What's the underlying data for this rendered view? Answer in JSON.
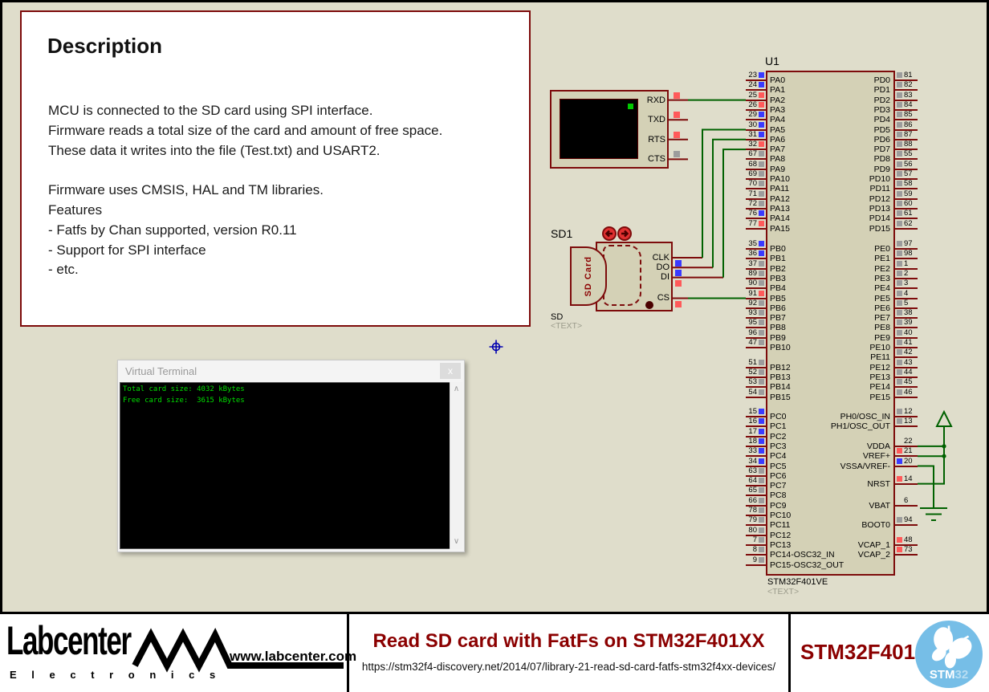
{
  "description": {
    "title": "Description",
    "lines": [
      "MCU is connected to the SD card using SPI interface.",
      "Firmware reads a total size of the card and amount of free space.",
      "These data it writes into the file (Test.txt) and USART2.",
      "",
      "Firmware uses CMSIS, HAL and TM libraries.",
      "Features",
      " - Fatfs by Chan supported, version R0.11",
      " - Support for SPI interface",
      " - etc."
    ]
  },
  "uart_terminal": {
    "pins": [
      {
        "l": "RXD",
        "c": "red"
      },
      {
        "l": "TXD",
        "c": "red"
      },
      {
        "l": "RTS",
        "c": "red"
      },
      {
        "l": "CTS",
        "c": "gray"
      }
    ]
  },
  "sd_card": {
    "ref": "SD1",
    "card_text": "SD Card",
    "label": "SD",
    "sub_label": "<TEXT>",
    "pins": [
      {
        "l": "CLK",
        "c": "blue"
      },
      {
        "l": "DO",
        "c": "blue"
      },
      {
        "l": "DI",
        "c": "red"
      },
      {
        "l": "CS",
        "c": "red"
      }
    ]
  },
  "mcu": {
    "ref": "U1",
    "part": "STM32F401VE",
    "sub_label": "<TEXT>",
    "port_a": [
      {
        "n": "23",
        "l": "PA0",
        "c": "blue"
      },
      {
        "n": "24",
        "l": "PA1",
        "c": "blue"
      },
      {
        "n": "25",
        "l": "PA2",
        "c": "red"
      },
      {
        "n": "26",
        "l": "PA3",
        "c": "red"
      },
      {
        "n": "29",
        "l": "PA4",
        "c": "blue"
      },
      {
        "n": "30",
        "l": "PA5",
        "c": "blue"
      },
      {
        "n": "31",
        "l": "PA6",
        "c": "blue"
      },
      {
        "n": "32",
        "l": "PA7",
        "c": "red"
      },
      {
        "n": "67",
        "l": "PA8",
        "c": "gray"
      },
      {
        "n": "68",
        "l": "PA9",
        "c": "gray"
      },
      {
        "n": "69",
        "l": "PA10",
        "c": "gray"
      },
      {
        "n": "70",
        "l": "PA11",
        "c": "gray"
      },
      {
        "n": "71",
        "l": "PA12",
        "c": "gray"
      },
      {
        "n": "72",
        "l": "PA13",
        "c": "gray"
      },
      {
        "n": "76",
        "l": "PA14",
        "c": "blue"
      },
      {
        "n": "77",
        "l": "PA15",
        "c": "red"
      }
    ],
    "port_b": [
      {
        "n": "35",
        "l": "PB0",
        "c": "blue"
      },
      {
        "n": "36",
        "l": "PB1",
        "c": "blue"
      },
      {
        "n": "37",
        "l": "PB2",
        "c": "gray"
      },
      {
        "n": "89",
        "l": "PB3",
        "c": "gray"
      },
      {
        "n": "90",
        "l": "PB4",
        "c": "gray"
      },
      {
        "n": "91",
        "l": "PB5",
        "c": "red"
      },
      {
        "n": "92",
        "l": "PB6",
        "c": "gray"
      },
      {
        "n": "93",
        "l": "PB7",
        "c": "gray"
      },
      {
        "n": "95",
        "l": "PB8",
        "c": "gray"
      },
      {
        "n": "96",
        "l": "PB9",
        "c": "gray"
      },
      {
        "n": "47",
        "l": "PB10",
        "c": "gray"
      },
      null,
      {
        "n": "51",
        "l": "PB12",
        "c": "gray"
      },
      {
        "n": "52",
        "l": "PB13",
        "c": "gray"
      },
      {
        "n": "53",
        "l": "PB14",
        "c": "gray"
      },
      {
        "n": "54",
        "l": "PB15",
        "c": "gray"
      }
    ],
    "port_c": [
      {
        "n": "15",
        "l": "PC0",
        "c": "blue"
      },
      {
        "n": "16",
        "l": "PC1",
        "c": "blue"
      },
      {
        "n": "17",
        "l": "PC2",
        "c": "blue"
      },
      {
        "n": "18",
        "l": "PC3",
        "c": "blue"
      },
      {
        "n": "33",
        "l": "PC4",
        "c": "blue"
      },
      {
        "n": "34",
        "l": "PC5",
        "c": "blue"
      },
      {
        "n": "63",
        "l": "PC6",
        "c": "gray"
      },
      {
        "n": "64",
        "l": "PC7",
        "c": "gray"
      },
      {
        "n": "65",
        "l": "PC8",
        "c": "gray"
      },
      {
        "n": "66",
        "l": "PC9",
        "c": "gray"
      },
      {
        "n": "78",
        "l": "PC10",
        "c": "gray"
      },
      {
        "n": "79",
        "l": "PC11",
        "c": "gray"
      },
      {
        "n": "80",
        "l": "PC12",
        "c": "gray"
      },
      {
        "n": "7",
        "l": "PC13",
        "c": "gray"
      },
      {
        "n": "8",
        "l": "PC14-OSC32_IN",
        "c": "gray"
      },
      {
        "n": "9",
        "l": "PC15-OSC32_OUT",
        "c": "gray"
      }
    ],
    "port_d": [
      {
        "n": "81",
        "l": "PD0",
        "c": "gray"
      },
      {
        "n": "82",
        "l": "PD1",
        "c": "gray"
      },
      {
        "n": "83",
        "l": "PD2",
        "c": "gray"
      },
      {
        "n": "84",
        "l": "PD3",
        "c": "gray"
      },
      {
        "n": "85",
        "l": "PD4",
        "c": "gray"
      },
      {
        "n": "86",
        "l": "PD5",
        "c": "gray"
      },
      {
        "n": "87",
        "l": "PD6",
        "c": "gray"
      },
      {
        "n": "88",
        "l": "PD7",
        "c": "gray"
      },
      {
        "n": "55",
        "l": "PD8",
        "c": "gray"
      },
      {
        "n": "56",
        "l": "PD9",
        "c": "gray"
      },
      {
        "n": "57",
        "l": "PD10",
        "c": "gray"
      },
      {
        "n": "58",
        "l": "PD11",
        "c": "gray"
      },
      {
        "n": "59",
        "l": "PD12",
        "c": "gray"
      },
      {
        "n": "60",
        "l": "PD13",
        "c": "gray"
      },
      {
        "n": "61",
        "l": "PD14",
        "c": "gray"
      },
      {
        "n": "62",
        "l": "PD15",
        "c": "gray"
      }
    ],
    "port_e": [
      {
        "n": "97",
        "l": "PE0",
        "c": "gray"
      },
      {
        "n": "98",
        "l": "PE1",
        "c": "gray"
      },
      {
        "n": "1",
        "l": "PE2",
        "c": "gray"
      },
      {
        "n": "2",
        "l": "PE3",
        "c": "gray"
      },
      {
        "n": "3",
        "l": "PE4",
        "c": "gray"
      },
      {
        "n": "4",
        "l": "PE5",
        "c": "gray"
      },
      {
        "n": "5",
        "l": "PE6",
        "c": "gray"
      },
      {
        "n": "38",
        "l": "PE7",
        "c": "gray"
      },
      {
        "n": "39",
        "l": "PE8",
        "c": "gray"
      },
      {
        "n": "40",
        "l": "PE9",
        "c": "gray"
      },
      {
        "n": "41",
        "l": "PE10",
        "c": "gray"
      },
      {
        "n": "42",
        "l": "PE11",
        "c": "gray"
      },
      {
        "n": "43",
        "l": "PE12",
        "c": "gray"
      },
      {
        "n": "44",
        "l": "PE13",
        "c": "gray"
      },
      {
        "n": "45",
        "l": "PE14",
        "c": "gray"
      },
      {
        "n": "46",
        "l": "PE15",
        "c": "gray"
      }
    ],
    "misc": [
      {
        "n": "12",
        "l": "PH0/OSC_IN",
        "c": "gray",
        "r": 0
      },
      {
        "n": "13",
        "l": "PH1/OSC_OUT",
        "c": "gray",
        "r": 1
      },
      {
        "n": "22",
        "l": "VDDA",
        "c": "none",
        "r": 3
      },
      {
        "n": "21",
        "l": "VREF+",
        "c": "red",
        "r": 4
      },
      {
        "n": "20",
        "l": "VSSA/VREF-",
        "c": "blue",
        "r": 5
      },
      {
        "n": "14",
        "l": "NRST",
        "c": "red",
        "r": 6.8
      },
      {
        "n": "6",
        "l": "VBAT",
        "c": "none",
        "r": 9
      },
      {
        "n": "94",
        "l": "BOOT0",
        "c": "gray",
        "r": 11
      },
      {
        "n": "48",
        "l": "VCAP_1",
        "c": "red",
        "r": 13
      },
      {
        "n": "73",
        "l": "VCAP_2",
        "c": "red",
        "r": 14
      }
    ]
  },
  "connections": [
    [
      "UART.RXD",
      "U1.PA2"
    ],
    [
      "SD1.CLK",
      "U1.PA5"
    ],
    [
      "SD1.DO",
      "U1.PA6"
    ],
    [
      "SD1.DI",
      "U1.PA7"
    ],
    [
      "SD1.CS",
      "U1.PB5"
    ],
    [
      "U1.VDDA",
      "POWER"
    ],
    [
      "U1.VREF+",
      "POWER"
    ],
    [
      "U1.NRST",
      "POWER"
    ],
    [
      "U1.VSSA/VREF-",
      "GROUND"
    ]
  ],
  "virtual_terminal": {
    "title": "Virtual Terminal",
    "close_label": "x",
    "output_lines": [
      "Total card size: 4032 kBytes",
      "Free card size:  3615 kBytes"
    ]
  },
  "banner": {
    "logo_text": "Labcenter",
    "logo_sub": "E l e c t r o n i c s",
    "logo_url": "www.labcenter.com",
    "title": "Read SD card with FatFs on STM32F401XX",
    "url": "https://stm32f4-discovery.net/2014/07/library-21-read-sd-card-fatfs-stm32f4xx-devices/",
    "chip": "STM32F401",
    "st_logo_text": "STM",
    "st_logo_text2": "32"
  },
  "colors": {
    "background": "#DFDDCB",
    "component_fill": "#D4D1B6",
    "component_border": "#7D0B0B",
    "wire_green": "#006100",
    "indicator_blue": "#3A3AFF",
    "indicator_red": "#FF5A5A",
    "indicator_gray": "#9C9C9C",
    "terminal_green": "#00DE00",
    "accent_red": "#8B0000",
    "st_logo_blue": "#76BEE7"
  }
}
